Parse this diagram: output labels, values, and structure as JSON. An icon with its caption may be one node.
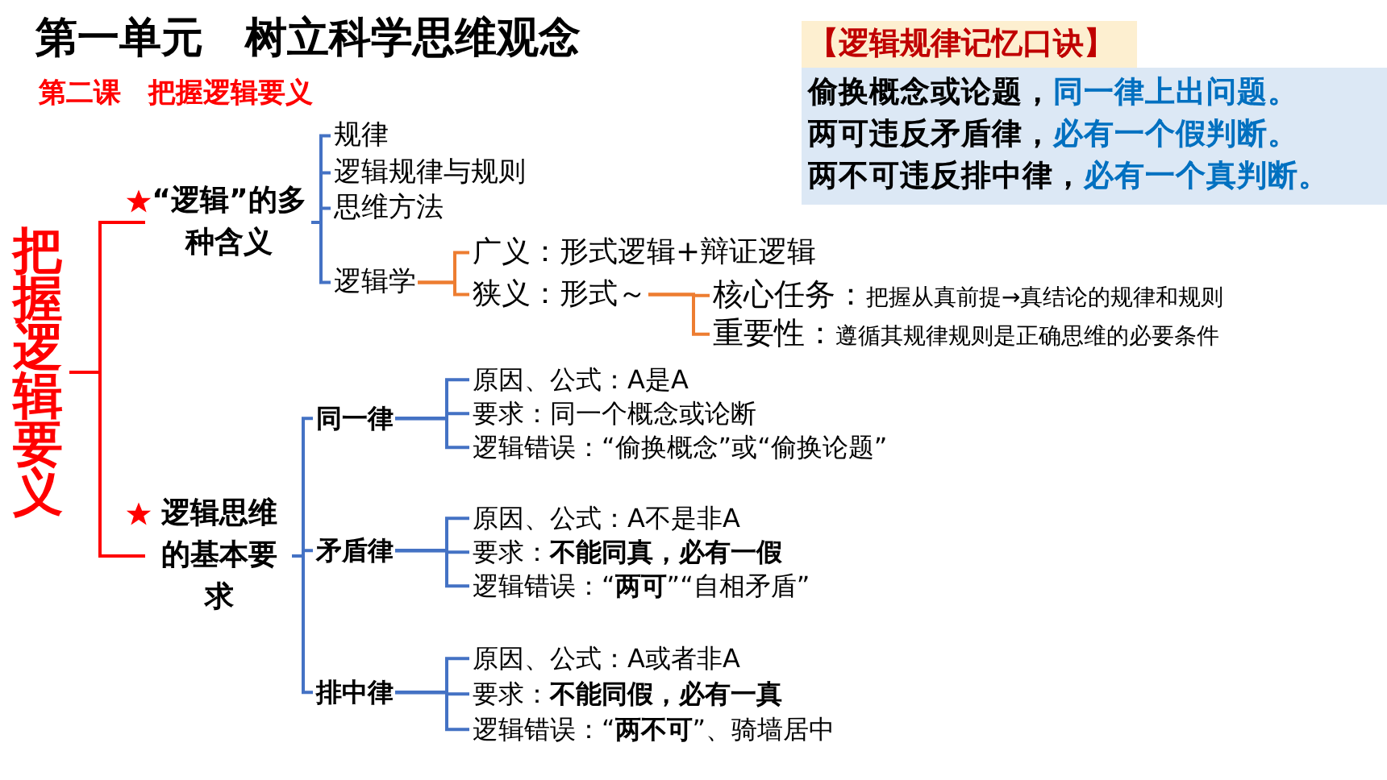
{
  "diagram": {
    "title": "第一单元　树立科学思维观念",
    "nodes": [
      {
        "text": [
          "偷换概念或论题，同一律上出问题。",
          "两可违反矛盾律，必有一个假判断。",
          "两不可违反排中律，必有一个真判断。"
        ]
      },
      {
        "text": [
          "把握逻辑要义"
        ]
      },
      {
        "text": [
          "“逻辑”的多种含义"
        ]
      },
      {
        "text": [
          "规律"
        ]
      },
      {
        "text": [
          "逻辑规律与规则"
        ]
      },
      {
        "text": [
          "思维方法"
        ]
      },
      {
        "text": [
          "逻辑学"
        ]
      },
      {
        "text": [
          "广义：形式逻辑+辩证逻辑"
        ]
      },
      {
        "text": [
          "狭义：形式～"
        ]
      },
      {
        "text": [
          "核心任务：",
          "把握从真前提→真结论的规律和规则"
        ]
      },
      {
        "text": [
          "重要性：",
          "遵循其规律规则是正确思维的必要条件"
        ]
      },
      {
        "text": [
          "逻辑思维的基本要求"
        ]
      },
      {
        "text": [
          "同一律"
        ]
      },
      {
        "text": [
          "原因、公式：A是A"
        ]
      },
      {
        "text": [
          "要求：同一个概念或论断"
        ]
      },
      {
        "text": [
          "逻辑错误：“偷换概念”或“偷换论题”"
        ]
      },
      {
        "text": [
          "矛盾律"
        ]
      },
      {
        "text": [
          "原因、公式：A不是非A"
        ]
      },
      {
        "text": [
          "要求：**不能同真，必有一假**"
        ]
      },
      {
        "text": [
          "逻辑错误：“**两可**”“自相矛盾”"
        ]
      },
      {
        "text": [
          "排中律"
        ]
      },
      {
        "text": [
          "原因、公式：A或者非A"
        ]
      },
      {
        "text": [
          "要求：**不能同假，必有一真**"
        ]
      },
      {
        "text": [
          "逻辑错误：“**两不可**”、骑墙居中"
        ]
      },
      {
        "text": [
          "【逻辑规律记忆口诀】"
        ]
      }
    ],
    "edges": [
      {
        "from": 1,
        "to": 2,
        "arrow": "none",
        "color": "#ff0000"
      },
      {
        "from": 1,
        "to": 11,
        "arrow": "none",
        "color": "#ff0000"
      },
      {
        "from": 2,
        "to": 3,
        "arrow": "none"
      },
      {
        "from": 2,
        "to": 4,
        "arrow": "none"
      },
      {
        "from": 2,
        "to": 5,
        "arrow": "none"
      },
      {
        "from": 2,
        "to": 6,
        "arrow": "none"
      },
      {
        "from": 6,
        "to": 7,
        "arrow": "none",
        "color": "#ed7d31"
      },
      {
        "from": 6,
        "to": 8,
        "arrow": "none",
        "color": "#ed7d31"
      },
      {
        "from": 8,
        "to": 9,
        "arrow": "none",
        "color": "#ed7d31"
      },
      {
        "from": 8,
        "to": 10,
        "arrow": "none",
        "color": "#ed7d31"
      },
      {
        "from": 11,
        "to": 12,
        "arrow": "none"
      },
      {
        "from": 11,
        "to": 16,
        "arrow": "none"
      },
      {
        "from": 11,
        "to": 20,
        "arrow": "none"
      },
      {
        "from": 12,
        "to": 13,
        "arrow": "none"
      },
      {
        "from": 12,
        "to": 14,
        "arrow": "none"
      },
      {
        "from": 12,
        "to": 15,
        "arrow": "none"
      },
      {
        "from": 16,
        "to": 17,
        "arrow": "none"
      },
      {
        "from": 16,
        "to": 18,
        "arrow": "none"
      },
      {
        "from": 16,
        "to": 19,
        "arrow": "none"
      },
      {
        "from": 20,
        "to": 21,
        "arrow": "none"
      },
      {
        "from": 20,
        "to": 22,
        "arrow": "none"
      },
      {
        "from": 20,
        "to": 23,
        "arrow": "none"
      }
    ],
    "labels": [
      "第二课　把握逻辑要义"
    ]
  }
}
